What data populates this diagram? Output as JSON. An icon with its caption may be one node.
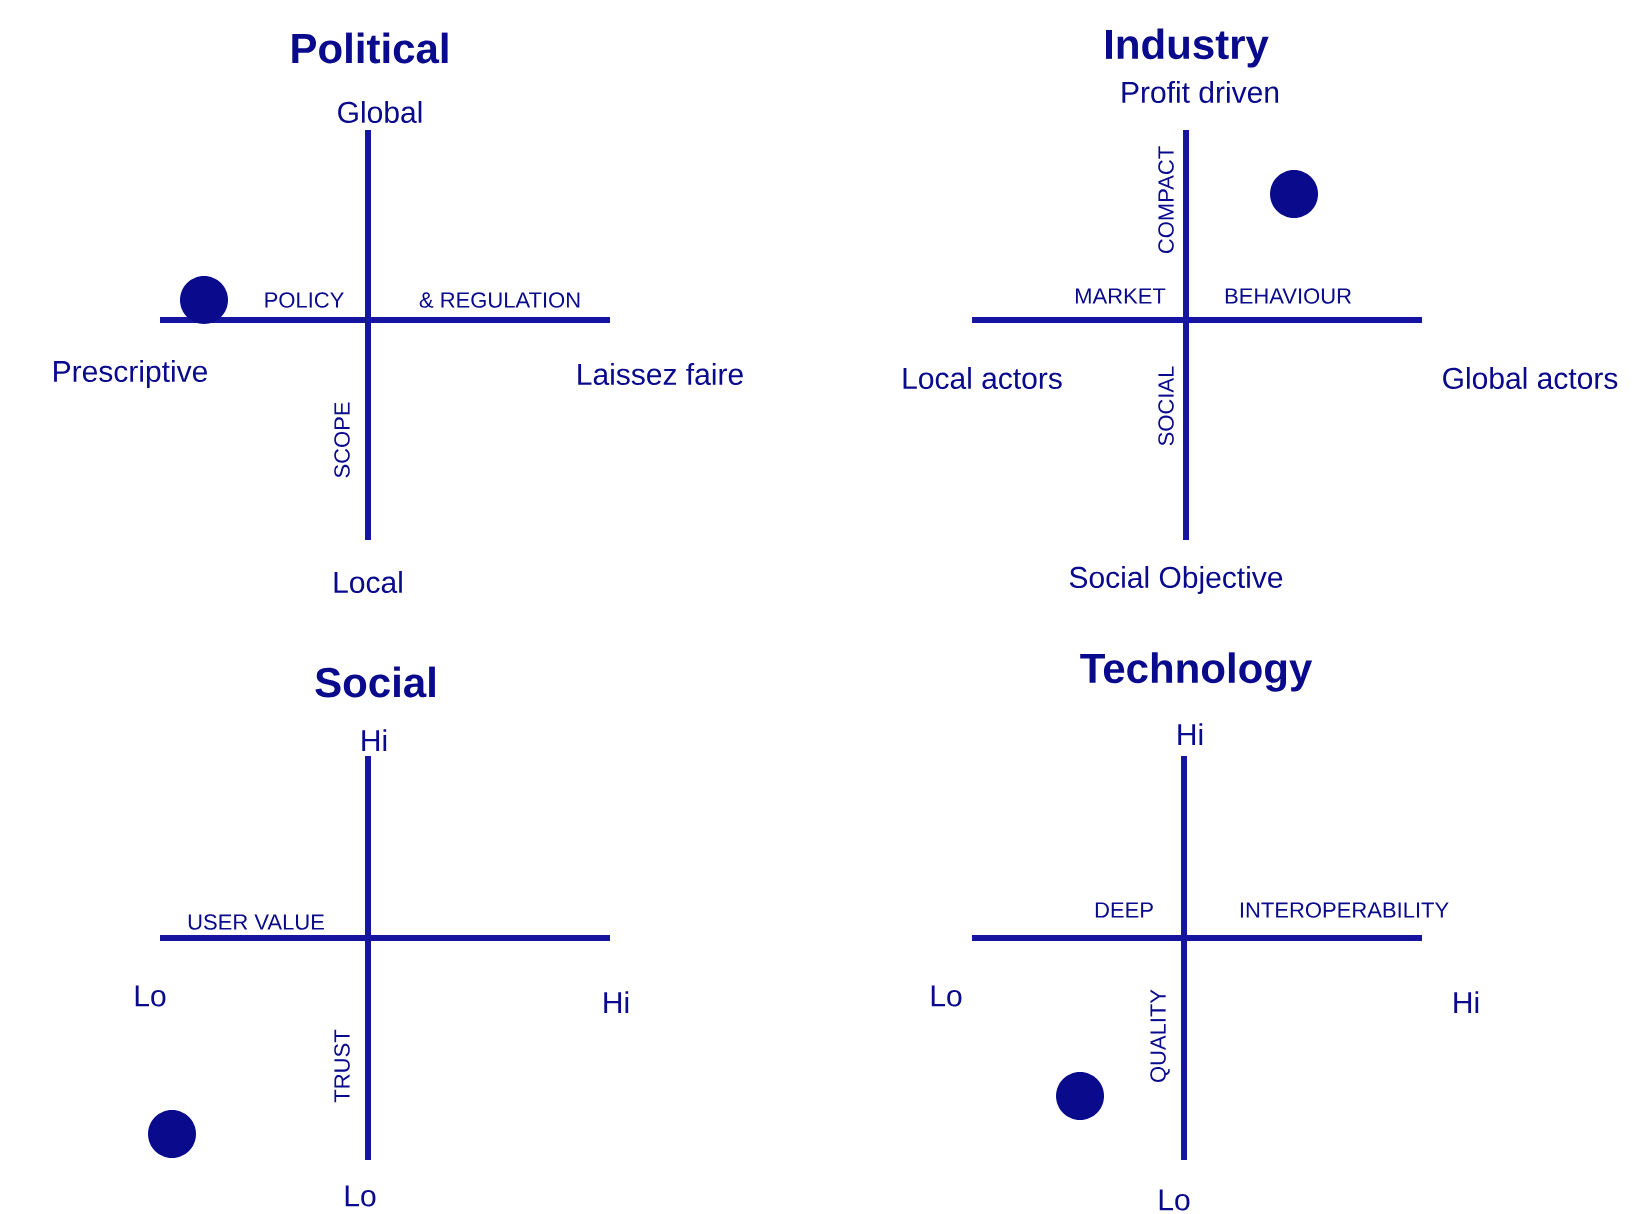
{
  "diagram": {
    "labels": [
      "Political",
      "Global",
      "POLICY",
      "& REGULATION",
      "Prescriptive",
      "Laissez faire",
      "SCOPE",
      "Local",
      "Industry",
      "Profit driven",
      "COMPACT",
      "MARKET",
      "BEHAVIOUR",
      "Local actors",
      "Global actors",
      "SOCIAL",
      "Social Objective",
      "Social",
      "Hi",
      "USER VALUE",
      "Lo",
      "Hi",
      "TRUST",
      "Lo",
      "Technology",
      "Hi",
      "DEEP",
      "INTEROPERABILITY",
      "Lo",
      "Hi",
      "QUALITY",
      "Lo"
    ]
  }
}
